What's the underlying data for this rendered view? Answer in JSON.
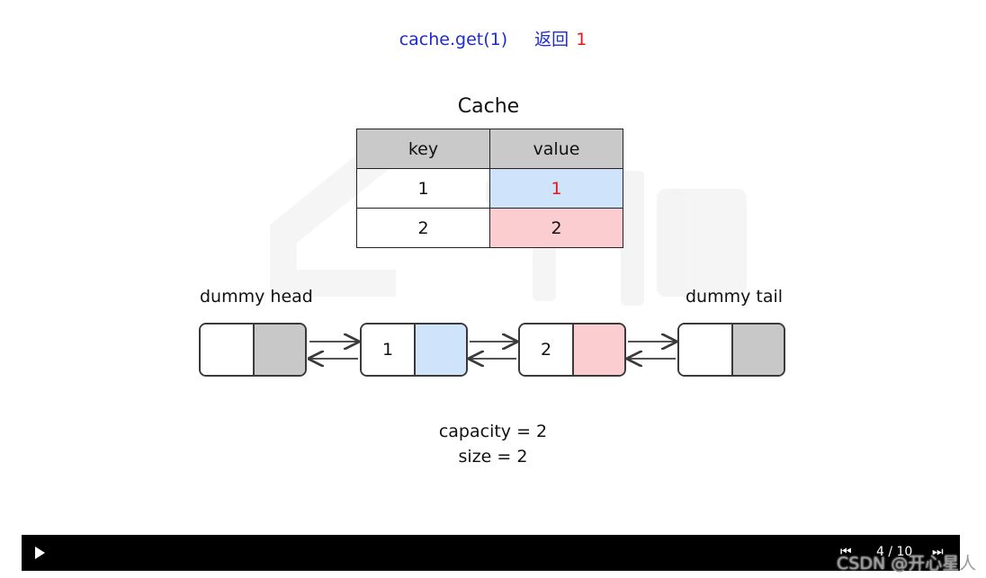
{
  "title": {
    "call": "cache.get(1)",
    "returns_label": "返回",
    "returns_value": "1"
  },
  "cache": {
    "label": "Cache",
    "headers": [
      "key",
      "value"
    ],
    "rows": [
      {
        "key": "1",
        "value": "1"
      },
      {
        "key": "2",
        "value": "2"
      }
    ]
  },
  "list": {
    "head_label": "dummy head",
    "tail_label": "dummy tail",
    "nodes": [
      {
        "key": ""
      },
      {
        "key": "1"
      },
      {
        "key": "2"
      },
      {
        "key": ""
      }
    ]
  },
  "stats": {
    "capacity": "capacity = 2",
    "size": "size = 2"
  },
  "player": {
    "page": "4 / 10"
  },
  "watermark": "CSDN @开心星人",
  "colors": {
    "title_blue": "#1f2ad6",
    "highlight_red": "#e01a1a",
    "value_blue": "#cfe4fb",
    "value_pink": "#fbcdd0",
    "dummy_gray": "#c8c8c8"
  }
}
